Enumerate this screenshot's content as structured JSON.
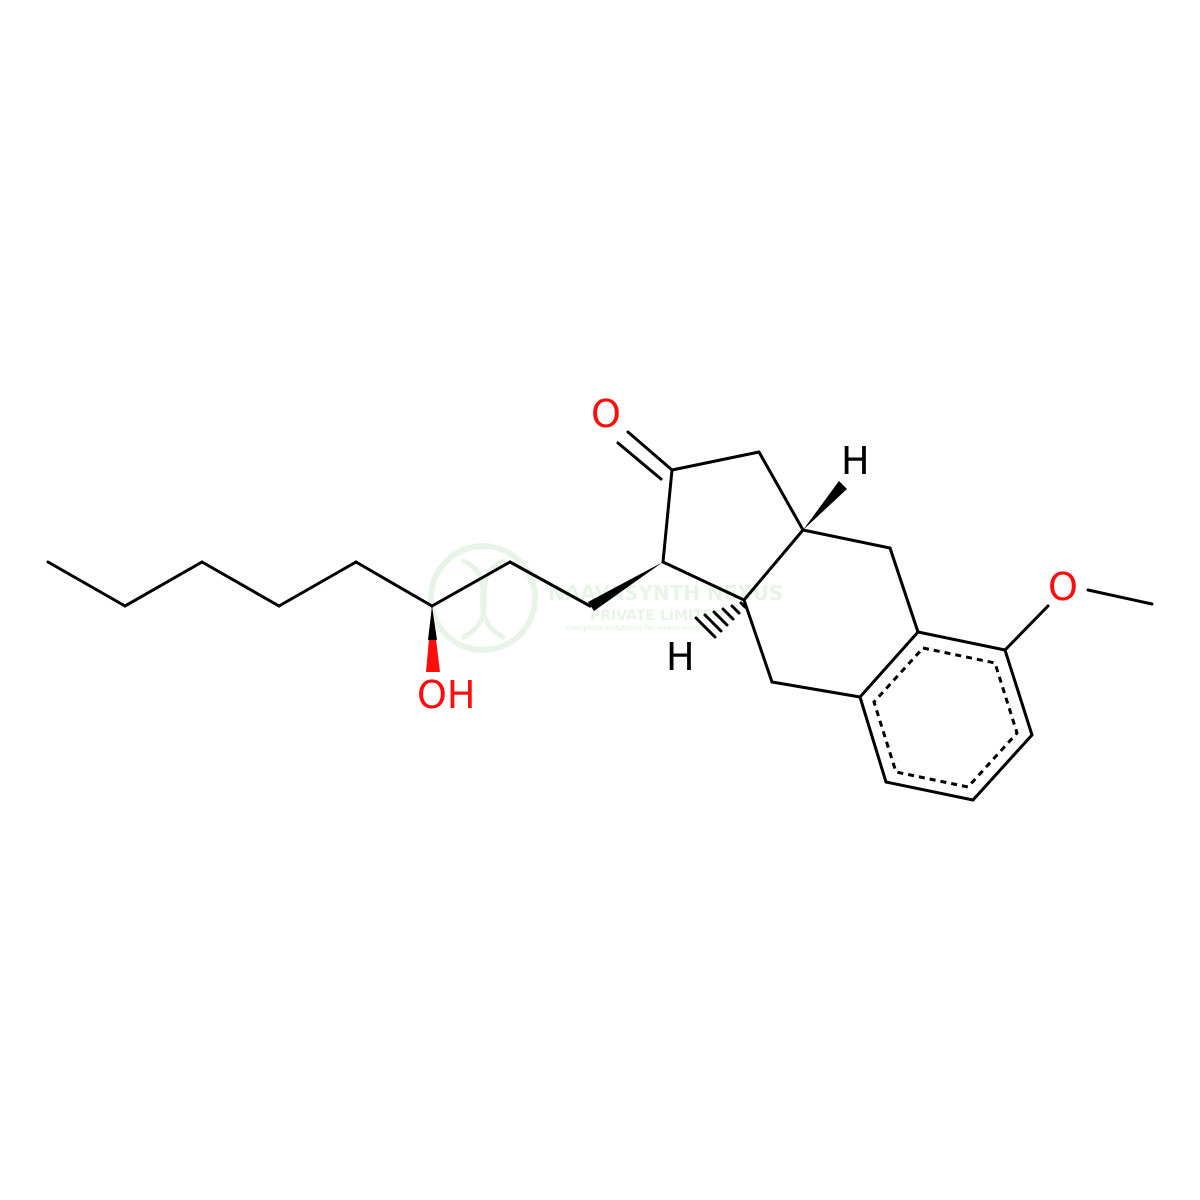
{
  "molecule": {
    "atom_labels": {
      "ketone_oxygen": "O",
      "hydroxyl": "OH",
      "methoxy_oxygen": "O",
      "stereo_h_upper": "H",
      "stereo_h_lower": "H"
    },
    "colors": {
      "bond": "#000000",
      "heteroatom": "#ff0d0d",
      "hydrogen": "#000000"
    }
  },
  "watermark": {
    "line1": "NAAVASYNTH NEXUS",
    "line2": "PRIVATE LIMITED",
    "line3": "Complete solutions for every molecule",
    "color": "#9ad29a"
  }
}
